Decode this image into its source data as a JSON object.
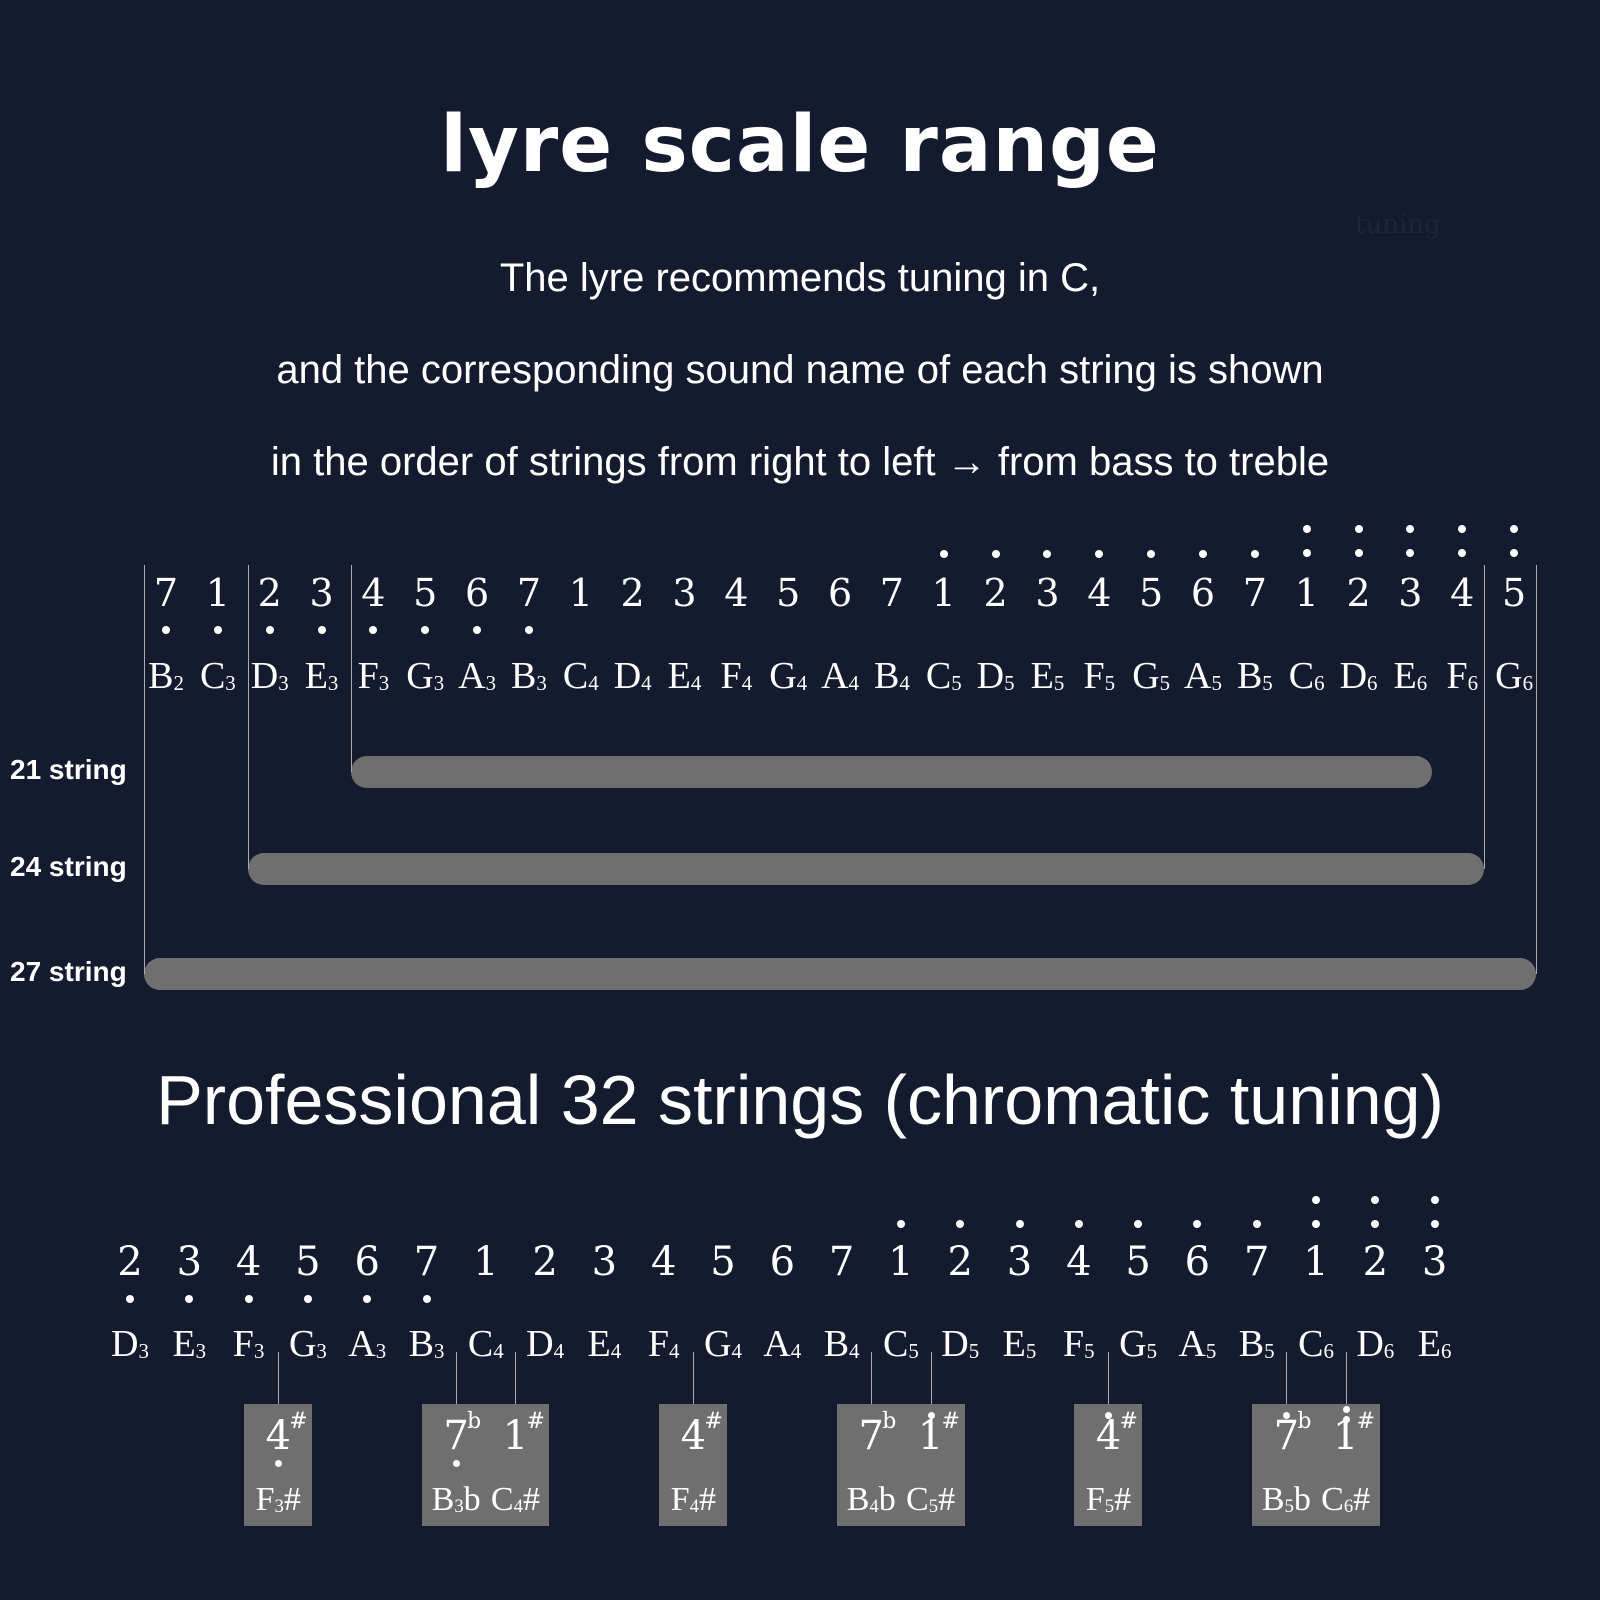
{
  "title": "lyre scale range",
  "faint_watermark": "tuning",
  "description": [
    "The lyre recommends tuning in C,",
    "and the corresponding sound name of each string is shown",
    "in the order of strings from right to left → from bass to treble"
  ],
  "range_chart": {
    "notes": [
      {
        "num": "7",
        "dots_below": 1,
        "dots_above": 0,
        "note": "B",
        "octave": "2"
      },
      {
        "num": "1",
        "dots_below": 1,
        "dots_above": 0,
        "note": "C",
        "octave": "3"
      },
      {
        "num": "2",
        "dots_below": 1,
        "dots_above": 0,
        "note": "D",
        "octave": "3"
      },
      {
        "num": "3",
        "dots_below": 1,
        "dots_above": 0,
        "note": "E",
        "octave": "3"
      },
      {
        "num": "4",
        "dots_below": 1,
        "dots_above": 0,
        "note": "F",
        "octave": "3"
      },
      {
        "num": "5",
        "dots_below": 1,
        "dots_above": 0,
        "note": "G",
        "octave": "3"
      },
      {
        "num": "6",
        "dots_below": 1,
        "dots_above": 0,
        "note": "A",
        "octave": "3"
      },
      {
        "num": "7",
        "dots_below": 1,
        "dots_above": 0,
        "note": "B",
        "octave": "3"
      },
      {
        "num": "1",
        "dots_below": 0,
        "dots_above": 0,
        "note": "C",
        "octave": "4"
      },
      {
        "num": "2",
        "dots_below": 0,
        "dots_above": 0,
        "note": "D",
        "octave": "4"
      },
      {
        "num": "3",
        "dots_below": 0,
        "dots_above": 0,
        "note": "E",
        "octave": "4"
      },
      {
        "num": "4",
        "dots_below": 0,
        "dots_above": 0,
        "note": "F",
        "octave": "4"
      },
      {
        "num": "5",
        "dots_below": 0,
        "dots_above": 0,
        "note": "G",
        "octave": "4"
      },
      {
        "num": "6",
        "dots_below": 0,
        "dots_above": 0,
        "note": "A",
        "octave": "4"
      },
      {
        "num": "7",
        "dots_below": 0,
        "dots_above": 0,
        "note": "B",
        "octave": "4"
      },
      {
        "num": "1",
        "dots_below": 0,
        "dots_above": 1,
        "note": "C",
        "octave": "5"
      },
      {
        "num": "2",
        "dots_below": 0,
        "dots_above": 1,
        "note": "D",
        "octave": "5"
      },
      {
        "num": "3",
        "dots_below": 0,
        "dots_above": 1,
        "note": "E",
        "octave": "5"
      },
      {
        "num": "4",
        "dots_below": 0,
        "dots_above": 1,
        "note": "F",
        "octave": "5"
      },
      {
        "num": "5",
        "dots_below": 0,
        "dots_above": 1,
        "note": "G",
        "octave": "5"
      },
      {
        "num": "6",
        "dots_below": 0,
        "dots_above": 1,
        "note": "A",
        "octave": "5"
      },
      {
        "num": "7",
        "dots_below": 0,
        "dots_above": 1,
        "note": "B",
        "octave": "5"
      },
      {
        "num": "1",
        "dots_below": 0,
        "dots_above": 2,
        "note": "C",
        "octave": "6"
      },
      {
        "num": "2",
        "dots_below": 0,
        "dots_above": 2,
        "note": "D",
        "octave": "6"
      },
      {
        "num": "3",
        "dots_below": 0,
        "dots_above": 2,
        "note": "E",
        "octave": "6"
      },
      {
        "num": "4",
        "dots_below": 0,
        "dots_above": 2,
        "note": "F",
        "octave": "6"
      },
      {
        "num": "5",
        "dots_below": 0,
        "dots_above": 2,
        "note": "G",
        "octave": "6"
      }
    ],
    "ranges": [
      {
        "label": "21 string",
        "from": "F3",
        "to": "E6"
      },
      {
        "label": "24 string",
        "from": "D3",
        "to": "F6"
      },
      {
        "label": "27 string",
        "from": "B2",
        "to": "G6"
      }
    ]
  },
  "pro_title": "Professional 32 strings (chromatic tuning)",
  "chromatic_chart": {
    "notes": [
      {
        "num": "2",
        "dots_below": 1,
        "dots_above": 0,
        "note": "D",
        "octave": "3"
      },
      {
        "num": "3",
        "dots_below": 1,
        "dots_above": 0,
        "note": "E",
        "octave": "3"
      },
      {
        "num": "4",
        "dots_below": 1,
        "dots_above": 0,
        "note": "F",
        "octave": "3"
      },
      {
        "num": "5",
        "dots_below": 1,
        "dots_above": 0,
        "note": "G",
        "octave": "3"
      },
      {
        "num": "6",
        "dots_below": 1,
        "dots_above": 0,
        "note": "A",
        "octave": "3"
      },
      {
        "num": "7",
        "dots_below": 1,
        "dots_above": 0,
        "note": "B",
        "octave": "3"
      },
      {
        "num": "1",
        "dots_below": 0,
        "dots_above": 0,
        "note": "C",
        "octave": "4"
      },
      {
        "num": "2",
        "dots_below": 0,
        "dots_above": 0,
        "note": "D",
        "octave": "4"
      },
      {
        "num": "3",
        "dots_below": 0,
        "dots_above": 0,
        "note": "E",
        "octave": "4"
      },
      {
        "num": "4",
        "dots_below": 0,
        "dots_above": 0,
        "note": "F",
        "octave": "4"
      },
      {
        "num": "5",
        "dots_below": 0,
        "dots_above": 0,
        "note": "G",
        "octave": "4"
      },
      {
        "num": "6",
        "dots_below": 0,
        "dots_above": 0,
        "note": "A",
        "octave": "4"
      },
      {
        "num": "7",
        "dots_below": 0,
        "dots_above": 0,
        "note": "B",
        "octave": "4"
      },
      {
        "num": "1",
        "dots_below": 0,
        "dots_above": 1,
        "note": "C",
        "octave": "5"
      },
      {
        "num": "2",
        "dots_below": 0,
        "dots_above": 1,
        "note": "D",
        "octave": "5"
      },
      {
        "num": "3",
        "dots_below": 0,
        "dots_above": 1,
        "note": "E",
        "octave": "5"
      },
      {
        "num": "4",
        "dots_below": 0,
        "dots_above": 1,
        "note": "F",
        "octave": "5"
      },
      {
        "num": "5",
        "dots_below": 0,
        "dots_above": 1,
        "note": "G",
        "octave": "5"
      },
      {
        "num": "6",
        "dots_below": 0,
        "dots_above": 1,
        "note": "A",
        "octave": "5"
      },
      {
        "num": "7",
        "dots_below": 0,
        "dots_above": 1,
        "note": "B",
        "octave": "5"
      },
      {
        "num": "1",
        "dots_below": 0,
        "dots_above": 2,
        "note": "C",
        "octave": "6"
      },
      {
        "num": "2",
        "dots_below": 0,
        "dots_above": 2,
        "note": "D",
        "octave": "6"
      },
      {
        "num": "3",
        "dots_below": 0,
        "dots_above": 2,
        "note": "E",
        "octave": "6"
      }
    ],
    "accidentals": [
      {
        "after": "F3",
        "num": "4",
        "acc": "#",
        "dots_below": 1,
        "dots_above": 0,
        "note": "F",
        "octave": "3",
        "suffix": "#"
      },
      {
        "after": "B3",
        "num": "7",
        "acc": "b",
        "dots_below": 1,
        "dots_above": 0,
        "note": "B",
        "octave": "3",
        "suffix": "b"
      },
      {
        "after": "C4",
        "num": "1",
        "acc": "#",
        "dots_below": 0,
        "dots_above": 0,
        "note": "C",
        "octave": "4",
        "suffix": "#"
      },
      {
        "after": "F4",
        "num": "4",
        "acc": "#",
        "dots_below": 0,
        "dots_above": 0,
        "note": "F",
        "octave": "4",
        "suffix": "#"
      },
      {
        "after": "B4",
        "num": "7",
        "acc": "b",
        "dots_below": 0,
        "dots_above": 0,
        "note": "B",
        "octave": "4",
        "suffix": "b"
      },
      {
        "after": "C5",
        "num": "1",
        "acc": "#",
        "dots_below": 0,
        "dots_above": 1,
        "note": "C",
        "octave": "5",
        "suffix": "#"
      },
      {
        "after": "F5",
        "num": "4",
        "acc": "#",
        "dots_below": 0,
        "dots_above": 1,
        "note": "F",
        "octave": "5",
        "suffix": "#"
      },
      {
        "after": "B5",
        "num": "7",
        "acc": "b",
        "dots_below": 0,
        "dots_above": 1,
        "note": "B",
        "octave": "5",
        "suffix": "b"
      },
      {
        "after": "C6",
        "num": "1",
        "acc": "#",
        "dots_below": 0,
        "dots_above": 2,
        "note": "C",
        "octave": "6",
        "suffix": "#"
      }
    ]
  },
  "colors": {
    "background": "#141b2e",
    "text": "#ffffff",
    "bar": "#6f6f6f",
    "guide_line": "#a9acb4"
  }
}
